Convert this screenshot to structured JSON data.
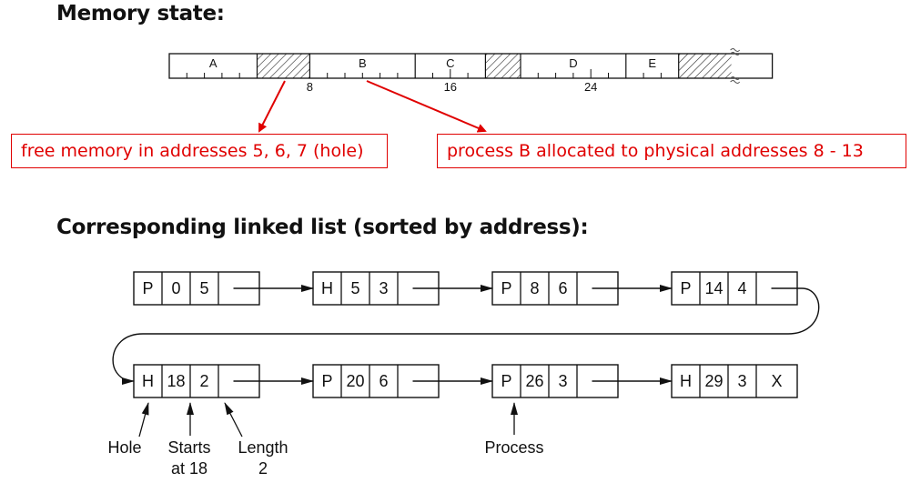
{
  "headings": {
    "memory_state": "Memory state:",
    "linked_list": "Corresponding linked list (sorted by address):"
  },
  "memory_bar": {
    "segments": [
      {
        "kind": "process",
        "label": "A",
        "start": 0,
        "length": 5
      },
      {
        "kind": "hole",
        "label": "",
        "start": 5,
        "length": 3
      },
      {
        "kind": "process",
        "label": "B",
        "start": 8,
        "length": 6
      },
      {
        "kind": "process",
        "label": "C",
        "start": 14,
        "length": 4
      },
      {
        "kind": "hole",
        "label": "",
        "start": 18,
        "length": 2
      },
      {
        "kind": "process",
        "label": "D",
        "start": 20,
        "length": 6
      },
      {
        "kind": "process",
        "label": "E",
        "start": 26,
        "length": 3
      },
      {
        "kind": "hole",
        "label": "",
        "start": 29,
        "length": 3
      }
    ],
    "axis_labels": [
      "8",
      "16",
      "24"
    ],
    "break_symbol": "≈"
  },
  "callouts": {
    "hole": "free memory in addresses 5, 6, 7 (hole)",
    "process_b": "process B allocated to physical addresses 8 - 13"
  },
  "linked_list": {
    "nodes": [
      {
        "type": "P",
        "start": "0",
        "length": "5",
        "next": ""
      },
      {
        "type": "H",
        "start": "5",
        "length": "3",
        "next": ""
      },
      {
        "type": "P",
        "start": "8",
        "length": "6",
        "next": ""
      },
      {
        "type": "P",
        "start": "14",
        "length": "4",
        "next": ""
      },
      {
        "type": "H",
        "start": "18",
        "length": "2",
        "next": ""
      },
      {
        "type": "P",
        "start": "20",
        "length": "6",
        "next": ""
      },
      {
        "type": "P",
        "start": "26",
        "length": "3",
        "next": ""
      },
      {
        "type": "H",
        "start": "29",
        "length": "3",
        "next": "X"
      }
    ],
    "annotations": {
      "hole": "Hole",
      "starts_line1": "Starts",
      "starts_line2": "at 18",
      "length_line1": "Length",
      "length_line2": "2",
      "process": "Process"
    }
  },
  "colors": {
    "callout": "#e00000",
    "ink": "#111111"
  }
}
